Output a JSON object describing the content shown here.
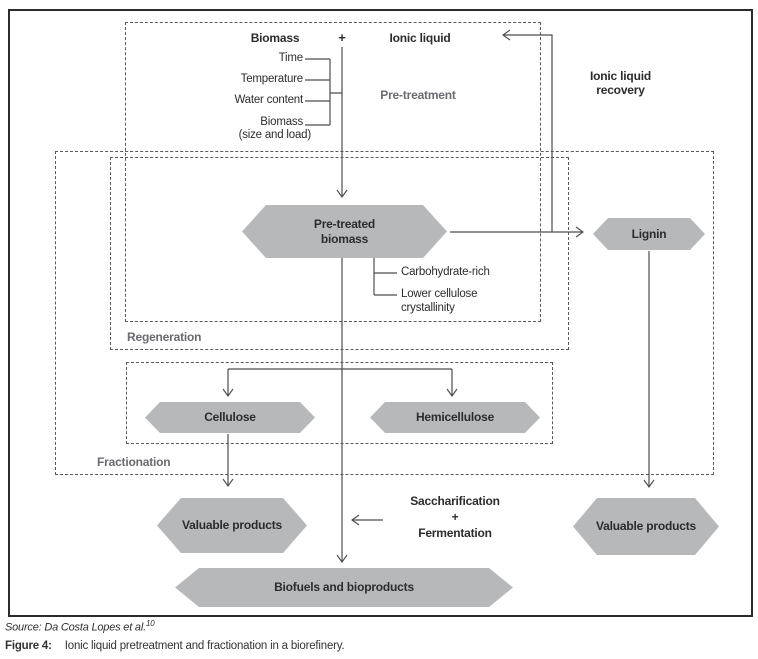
{
  "colors": {
    "hexagon_fill": "#b7b8ba",
    "stage_label_gray": "#6a6b6f",
    "line_color": "#4d4d4d",
    "text_color": "#2c2c2e"
  },
  "top": {
    "biomass_label": "Biomass",
    "plus": "+",
    "ionic_liquid_label": "Ionic liquid",
    "parameters": [
      "Time",
      "Temperature",
      "Water content",
      "Biomass",
      "(size and load)"
    ],
    "recovery_line1": "Ionic liquid",
    "recovery_line2": "recovery"
  },
  "stages": {
    "pretreatment_label": "Pre-treatment",
    "regeneration_label": "Regeneration",
    "fractionation_label": "Fractionation"
  },
  "nodes": {
    "pretreated_biomass_line1": "Pre-treated",
    "pretreated_biomass_line2": "biomass",
    "lignin": "Lignin",
    "cellulose": "Cellulose",
    "hemicellulose": "Hemicellulose",
    "valuable_products_left": "Valuable products",
    "valuable_products_right": "Valuable products",
    "biofuels": "Biofuels and bioproducts"
  },
  "annotations": {
    "carbohydrate_rich": "Carbohydrate-rich",
    "lower_cellulose_line1": "Lower cellulose",
    "lower_cellulose_line2": "crystallinity",
    "saccharification_line1": "Saccharification",
    "saccharification_line2": "+",
    "saccharification_line3": "Fermentation"
  },
  "caption": {
    "source_text": "Source: Da Costa Lopes et al.",
    "source_superscript": "10",
    "figure_label": "Figure 4:",
    "figure_text": "Ionic liquid pretreatment and fractionation in a biorefinery."
  }
}
